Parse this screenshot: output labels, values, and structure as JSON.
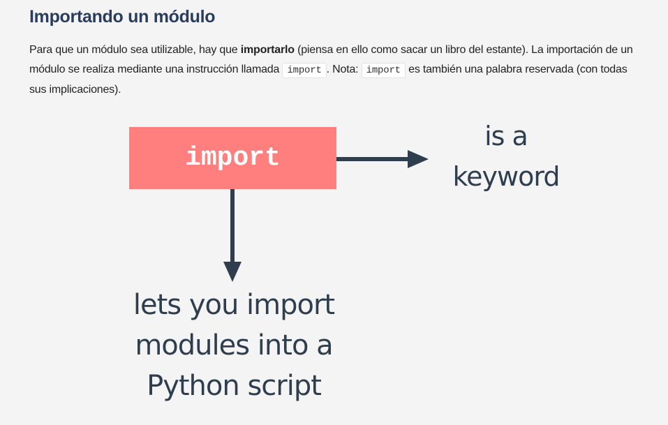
{
  "section": {
    "title": "Importando un módulo",
    "para_1": "Para que un módulo sea utilizable, hay que ",
    "para_bold": "importarlo",
    "para_2": " (piensa en ello como sacar un libro del estante). La importación de un módulo se realiza mediante una instrucción llamada ",
    "code_1": "import",
    "para_3": ". Nota: ",
    "code_2": "import",
    "para_4": " es también una palabra reservada (con todas sus implicaciones)."
  },
  "diagram": {
    "box_label": "import",
    "right_line1": "is a",
    "right_line2": "keyword",
    "down_line1": "lets you import",
    "down_line2": "modules into a",
    "down_line3": "Python script",
    "colors": {
      "box": "#ff7f7f",
      "arrow": "#2e3e4e"
    }
  }
}
